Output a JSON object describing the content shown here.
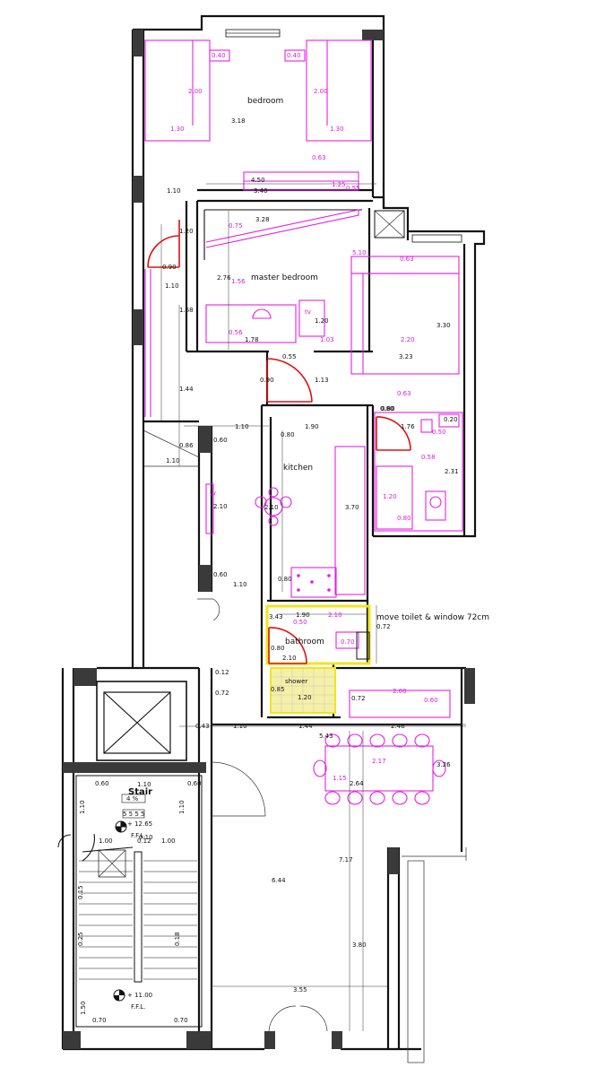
{
  "rooms": {
    "bedroom": "bedroom",
    "master": "master bedroom",
    "kitchen": "kitchen",
    "bathroom": "bathroom",
    "shower": "shower",
    "stair": "Stair",
    "tv1": "tv",
    "tv2": "tv"
  },
  "note": "move toilet & window 72cm",
  "levels": {
    "top_value": "+ 12.65",
    "top_tag": "F.F.L.",
    "bottom_value": "+ 11.00",
    "bottom_tag": "F.F.L."
  },
  "dims_black": {
    "d318": "3.18",
    "d110a": "1.10",
    "d450": "4.50",
    "d340": "3.40",
    "d328": "3.28",
    "d120a": "1.20",
    "d090a": "0.90",
    "d110b": "1.10",
    "d276": "2.76",
    "d168": "1.68",
    "d178": "1.78",
    "d120b": "1.20",
    "d055": "0.55",
    "d323": "3.23",
    "d330": "3.30",
    "d144a": "1.44",
    "d090b": "0.90",
    "d113": "1.13",
    "d080a": "0.80",
    "d110c": "1.10",
    "d190a": "1.90",
    "d176": "1.76",
    "d086": "0.86",
    "d060a": "0.60",
    "d110d": "1.10",
    "d080b": "0.80",
    "d231": "2.31",
    "d210a": "2.10",
    "d210b": "2.10",
    "d370": "3.70",
    "d060b": "0.60",
    "d110e": "1.10",
    "d080c": "0.80",
    "d343": "3.43",
    "d190b": "1.90",
    "d072a": "0.72",
    "d080d": "0.80",
    "d210c": "2.10",
    "d012": "0.12",
    "d072b": "0.72",
    "d085": "0.85",
    "d120c": "1.20",
    "d072c": "0.72",
    "d043": "0.43",
    "d110f": "1.10",
    "d144b": "1.44",
    "d246": "2.46",
    "d543": "5.43",
    "d264": "2.64",
    "d326": "3.26",
    "d717": "7.17",
    "d644": "6.44",
    "d380": "3.80",
    "d355": "3.55",
    "d080e": "0.80",
    "d020": "0.20"
  },
  "dims_magenta": {
    "m040a": "0.40",
    "m040b": "0.40",
    "m200a": "2.00",
    "m200b": "2.00",
    "m130a": "1.30",
    "m130b": "1.30",
    "m063a": "0.63",
    "m125": "1.25",
    "m055": "0.55",
    "m075": "0.75",
    "m156": "1.56",
    "m510": "5.10",
    "m063b": "0.63",
    "m056": "0.56",
    "m103": "1.03",
    "m220": "2.20",
    "m063c": "0.63",
    "m050": "0.50",
    "m058": "0.58",
    "m120": "1.20",
    "m080": "0.80",
    "m210": "2.10",
    "m050b": "0.50",
    "m070": "0.70",
    "m200c": "2.00",
    "m060": "0.60",
    "m217": "2.17",
    "m115": "1.15"
  },
  "stair_dims": {
    "s110a": "1.10",
    "s060a": "0.60",
    "s060b": "0.60",
    "s110b": "1.10",
    "s110c": "1.10",
    "s100a": "1.00",
    "s100b": "1.00",
    "s012": "0.12",
    "s150": "1.50",
    "s070a": "0.70",
    "s070b": "0.70",
    "s010": "0.10",
    "s015": "0.15",
    "s025": "0.25",
    "s018": "0.18",
    "steps_a": "5 5 5 5",
    "steps_b": "4 %"
  },
  "colors": {
    "wall": "#111111",
    "furniture": "#e61ee6",
    "door": "#e01010",
    "bathroom_highlight": "#f0e61e"
  }
}
